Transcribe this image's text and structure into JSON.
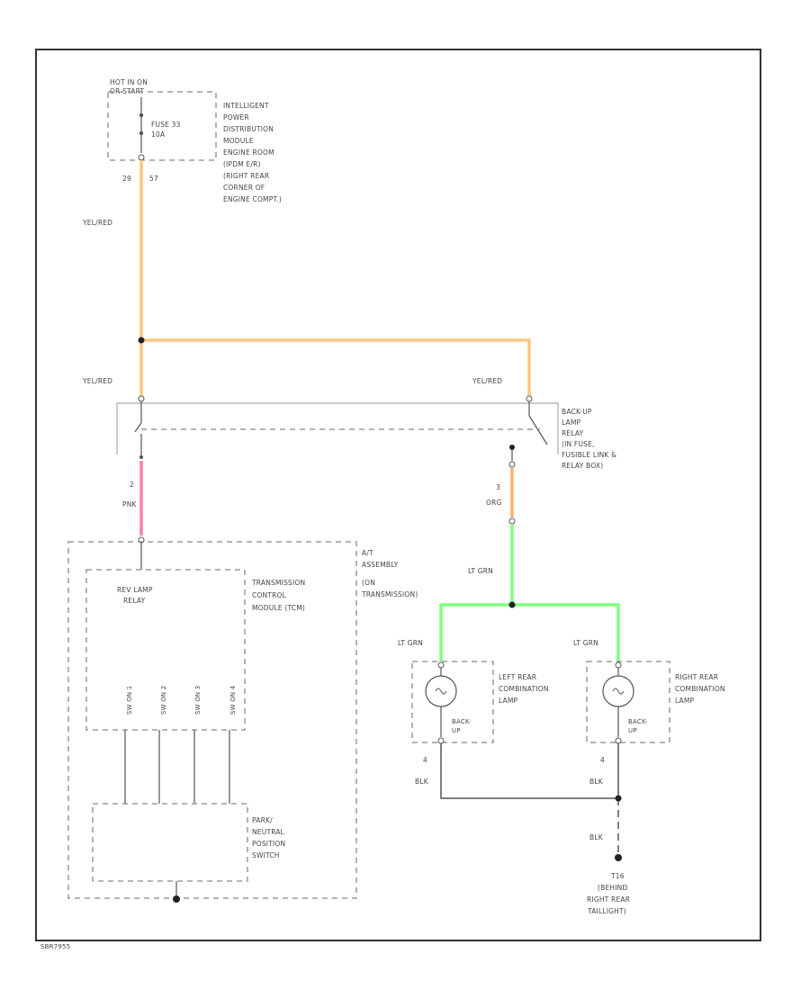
{
  "colors": {
    "yel_red": "#ffc680",
    "pink": "#ff7fa8",
    "org": "#ffb070",
    "lt_grn": "#80ff80",
    "wire_gray": "#555555",
    "box_dash": "#888888",
    "border": "#333333"
  },
  "power": {
    "label_line1": "HOT IN ON",
    "label_line2": "OR START",
    "fuse_line1": "FUSE 33",
    "fuse_line2": "10A",
    "pin_left": "29",
    "pin_right": "57"
  },
  "ipdm": {
    "lines": [
      "INTELLIGENT",
      "POWER",
      "DISTRIBUTION",
      "MODULE",
      "ENGINE ROOM",
      "(IPDM E/R)",
      "(RIGHT REAR",
      "CORNER OF",
      "ENGINE COMPT.)"
    ]
  },
  "wires": {
    "yel_red_1": "YEL/RED",
    "yel_red_2": "YEL/RED",
    "yel_red_3": "YEL/RED",
    "pnk": "PNK",
    "org": "ORG",
    "lt_grn_main": "LT GRN",
    "lt_grn_left": "LT GRN",
    "lt_grn_right": "LT GRN",
    "blk_left": "BLK",
    "blk_right": "BLK",
    "blk_ground": "BLK"
  },
  "relay_pins": {
    "pnk_pin": "2",
    "org_pin": "3"
  },
  "backup_relay": {
    "lines": [
      "BACK-UP",
      "LAMP",
      "RELAY",
      "(IN FUSE,",
      "FUSIBLE LINK &",
      "RELAY BOX)"
    ]
  },
  "transmission_assembly": {
    "lines": [
      "A/T",
      "ASSEMBLY",
      "(ON",
      "TRANSMISSION)"
    ]
  },
  "rev_relay": {
    "lines": [
      "REV LAMP",
      "RELAY"
    ]
  },
  "tcm": {
    "lines": [
      "TRANSMISSION",
      "CONTROL",
      "MODULE (TCM)"
    ]
  },
  "switches": [
    "SW ON 1",
    "SW ON 2",
    "SW ON 3",
    "SW ON 4"
  ],
  "pnp_switch": {
    "lines": [
      "PARK/",
      "NEUTRAL",
      "POSITION",
      "SWITCH"
    ]
  },
  "left_lamp": {
    "lines": [
      "LEFT REAR",
      "COMBINATION",
      "LAMP"
    ],
    "sub1": "BACK-",
    "sub2": "UP",
    "pin": "4"
  },
  "right_lamp": {
    "lines": [
      "RIGHT REAR",
      "COMBINATION",
      "LAMP"
    ],
    "sub1": "BACK-",
    "sub2": "UP",
    "pin": "4"
  },
  "ground": {
    "lines": [
      "T16",
      "(BEHIND",
      "RIGHT REAR",
      "TAILLIGHT)"
    ]
  },
  "footer_code": "SBR7955"
}
